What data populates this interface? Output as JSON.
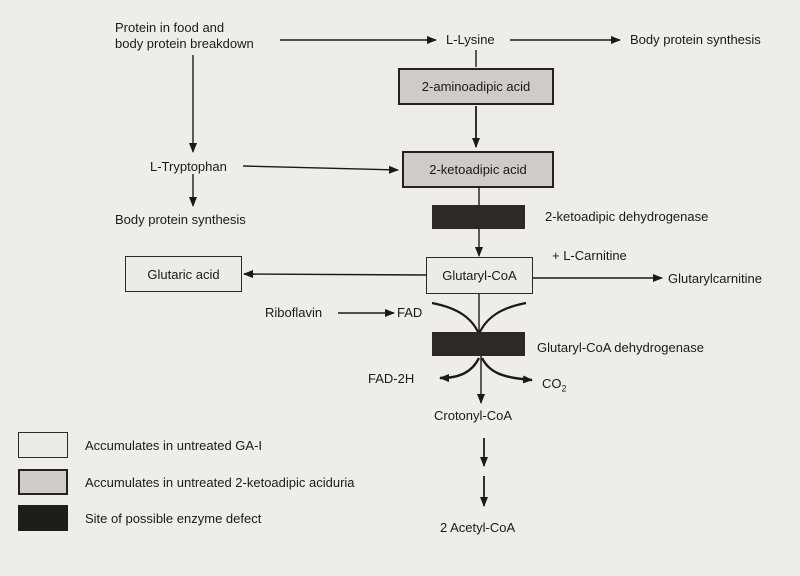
{
  "colors": {
    "background": "#eeedea",
    "ga1_fill": "#ecebe8",
    "ketoadipic_fill": "#cfcbc6",
    "enzyme_fill": "#2d2a26",
    "line": "#1a1a1a"
  },
  "nodes": {
    "protein_source_line1": "Protein in food and",
    "protein_source_line2": "body protein breakdown",
    "l_lysine": "L-Lysine",
    "body_protein_synthesis_top": "Body  protein synthesis",
    "aminoadipic": "2-aminoadipic acid",
    "l_tryptophan": "L-Tryptophan",
    "ketoadipic": "2-ketoadipic acid",
    "body_protein_synthesis_left": "Body protein synthesis",
    "ketoadipic_dehydrogenase": "2-ketoadipic dehydrogenase",
    "l_carnitine": "+ L-Carnitine",
    "glutaric_acid": "Glutaric acid",
    "glutaryl_coa": "Glutaryl-CoA",
    "glutarylcarnitine": "Glutarylcarnitine",
    "riboflavin": "Riboflavin",
    "fad": "FAD",
    "glutaryl_coa_dehydrogenase": "Glutaryl-CoA dehydrogenase",
    "fad_2h": "FAD-2H",
    "co2_base": "CO",
    "co2_sub": "2",
    "crotonyl_coa": "Crotonyl-CoA",
    "acetyl_coa": "2 Acetyl-CoA"
  },
  "legend": {
    "items": [
      {
        "label": "Accumulates in untreated GA-I"
      },
      {
        "label": "Accumulates in untreated 2-ketoadipic aciduria"
      },
      {
        "label": "Site of possible enzyme defect"
      }
    ]
  }
}
